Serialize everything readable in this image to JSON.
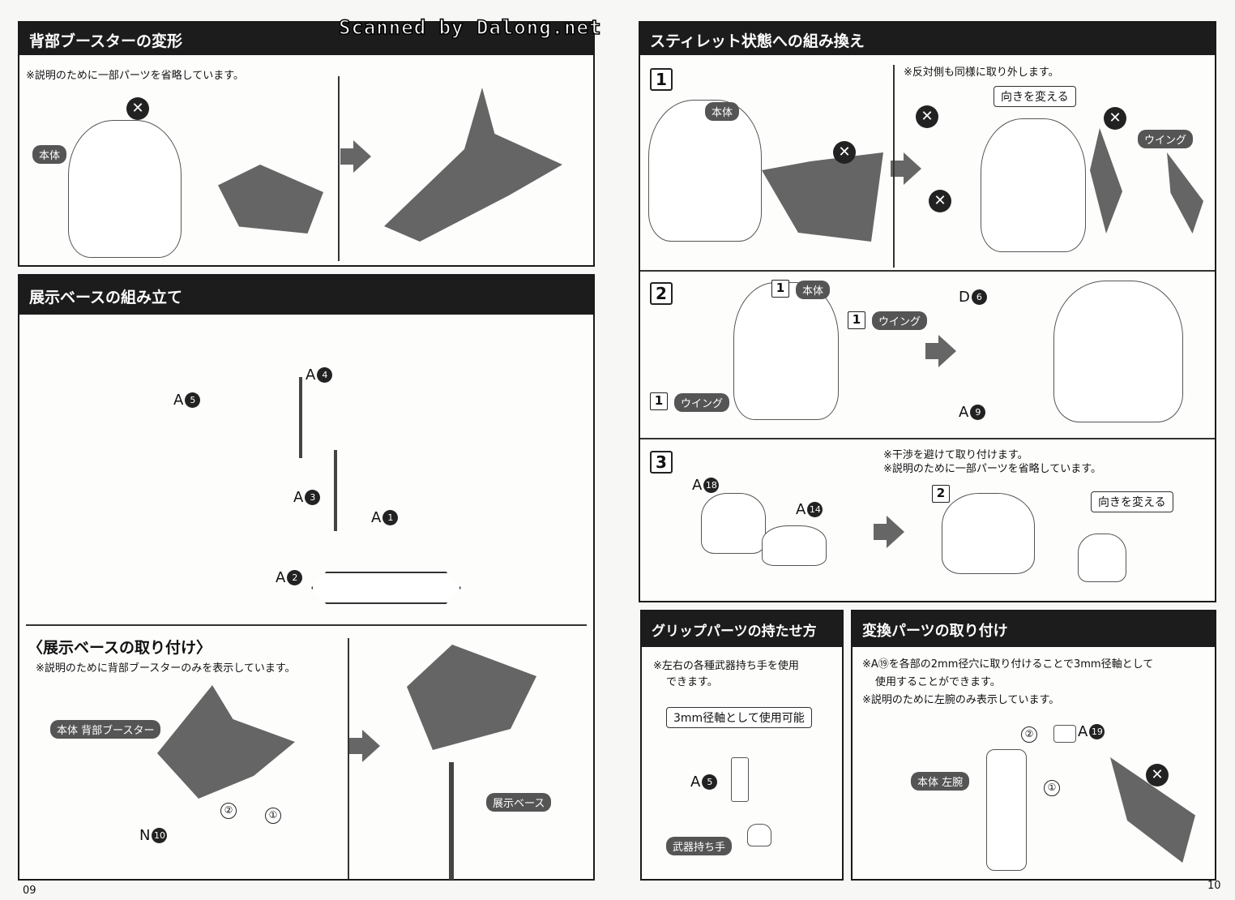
{
  "watermark": "Scanned by Dalong.net",
  "left": {
    "page_number": "09",
    "booster": {
      "title": "背部ブースターの変形",
      "note": "※説明のために一部パーツを省略しています。",
      "label_body": "本体"
    },
    "base": {
      "title": "展示ベースの組み立て",
      "parts": [
        {
          "letter": "A",
          "num": "5"
        },
        {
          "letter": "A",
          "num": "4"
        },
        {
          "letter": "A",
          "num": "3"
        },
        {
          "letter": "A",
          "num": "1"
        },
        {
          "letter": "A",
          "num": "2"
        }
      ],
      "attach_title": "〈展示ベースの取り付け〉",
      "attach_note": "※説明のために背部ブースターのみを表示しています。",
      "label_booster": "本体 背部ブースター",
      "label_base": "展示ベース",
      "part_n": {
        "letter": "N",
        "num": "10"
      },
      "order": [
        "①",
        "②"
      ]
    }
  },
  "right": {
    "page_number": "10",
    "stiletto": {
      "title": "スティレット状態への組み換え",
      "step1": {
        "num": "1",
        "label_body": "本体",
        "note": "※反対側も同様に取り外します。",
        "turn": "向きを変える",
        "wing": "ウイング"
      },
      "step2": {
        "num": "2",
        "ref": "1",
        "label_body": "本体",
        "label_wing": "ウイング",
        "part_d": {
          "letter": "D",
          "num": "6"
        },
        "part_a": {
          "letter": "A",
          "num": "9"
        }
      },
      "step3": {
        "num": "3",
        "notes": [
          "※干渉を避けて取り付けます。",
          "※説明のために一部パーツを省略しています。"
        ],
        "part_a18": {
          "letter": "A",
          "num": "18"
        },
        "part_a14": {
          "letter": "A",
          "num": "14"
        },
        "ref": "2",
        "turn": "向きを変える"
      }
    },
    "grip": {
      "title": "グリップパーツの持たせ方",
      "note": [
        "※左右の各種武器持ち手を使用",
        "できます。"
      ],
      "callout": "3mm径軸として使用可能",
      "part": {
        "letter": "A",
        "num": "5"
      },
      "label": "武器持ち手"
    },
    "convert": {
      "title": "変換パーツの取り付け",
      "note": [
        "※A⑲を各部の2mm径穴に取り付けることで3mm径軸として",
        "使用することができます。",
        "※説明のために左腕のみ表示しています。"
      ],
      "part": {
        "letter": "A",
        "num": "19"
      },
      "label": "本体 左腕",
      "order": [
        "②",
        "①"
      ]
    }
  }
}
